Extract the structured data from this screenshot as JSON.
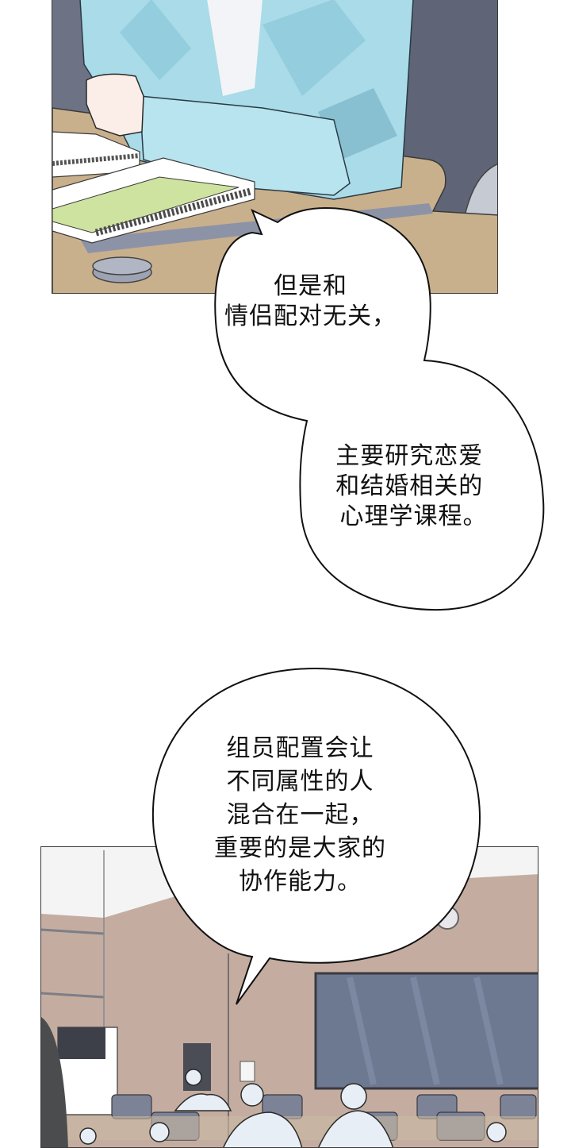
{
  "page": {
    "type": "webtoon-comic-page",
    "background": "#ffffff"
  },
  "panels": [
    {
      "id": "panel-1",
      "description": "Student in light blue plaid jacket, fist resting on a tan desk beside spiral notebooks and a grey round object",
      "colors": {
        "jacket": "#a9dbe8",
        "desk": "#c9b08c",
        "background": "#6d7384",
        "notebook_cover": "#cfe3a0"
      }
    },
    {
      "id": "panel-2",
      "description": "Lecture hall with beige walls, large blackboard, wall clock and rows of faceless seated students",
      "colors": {
        "wall": "#c4ada0",
        "board": "#5e6a85",
        "seats": "#7d8396",
        "students": "#e8eef5"
      }
    }
  ],
  "bubbles": [
    {
      "id": "bubble-1",
      "lines": [
        "但是和",
        "情侣配对无关，"
      ]
    },
    {
      "id": "bubble-2",
      "lines": [
        "主要研究恋爱",
        "和结婚相关的",
        "心理学课程。"
      ]
    },
    {
      "id": "bubble-3",
      "lines": [
        "组员配置会让",
        "不同属性的人",
        "混合在一起，",
        "重要的是大家的",
        "协作能力。"
      ]
    }
  ],
  "text": {
    "b1": "但是和\n情侣配对无关，",
    "b2": "主要研究恋爱\n和结婚相关的\n 心理学课程。",
    "b3": "组员配置会让\n不同属性的人\n混合在一起，\n重要的是大家的\n协作能力。"
  }
}
